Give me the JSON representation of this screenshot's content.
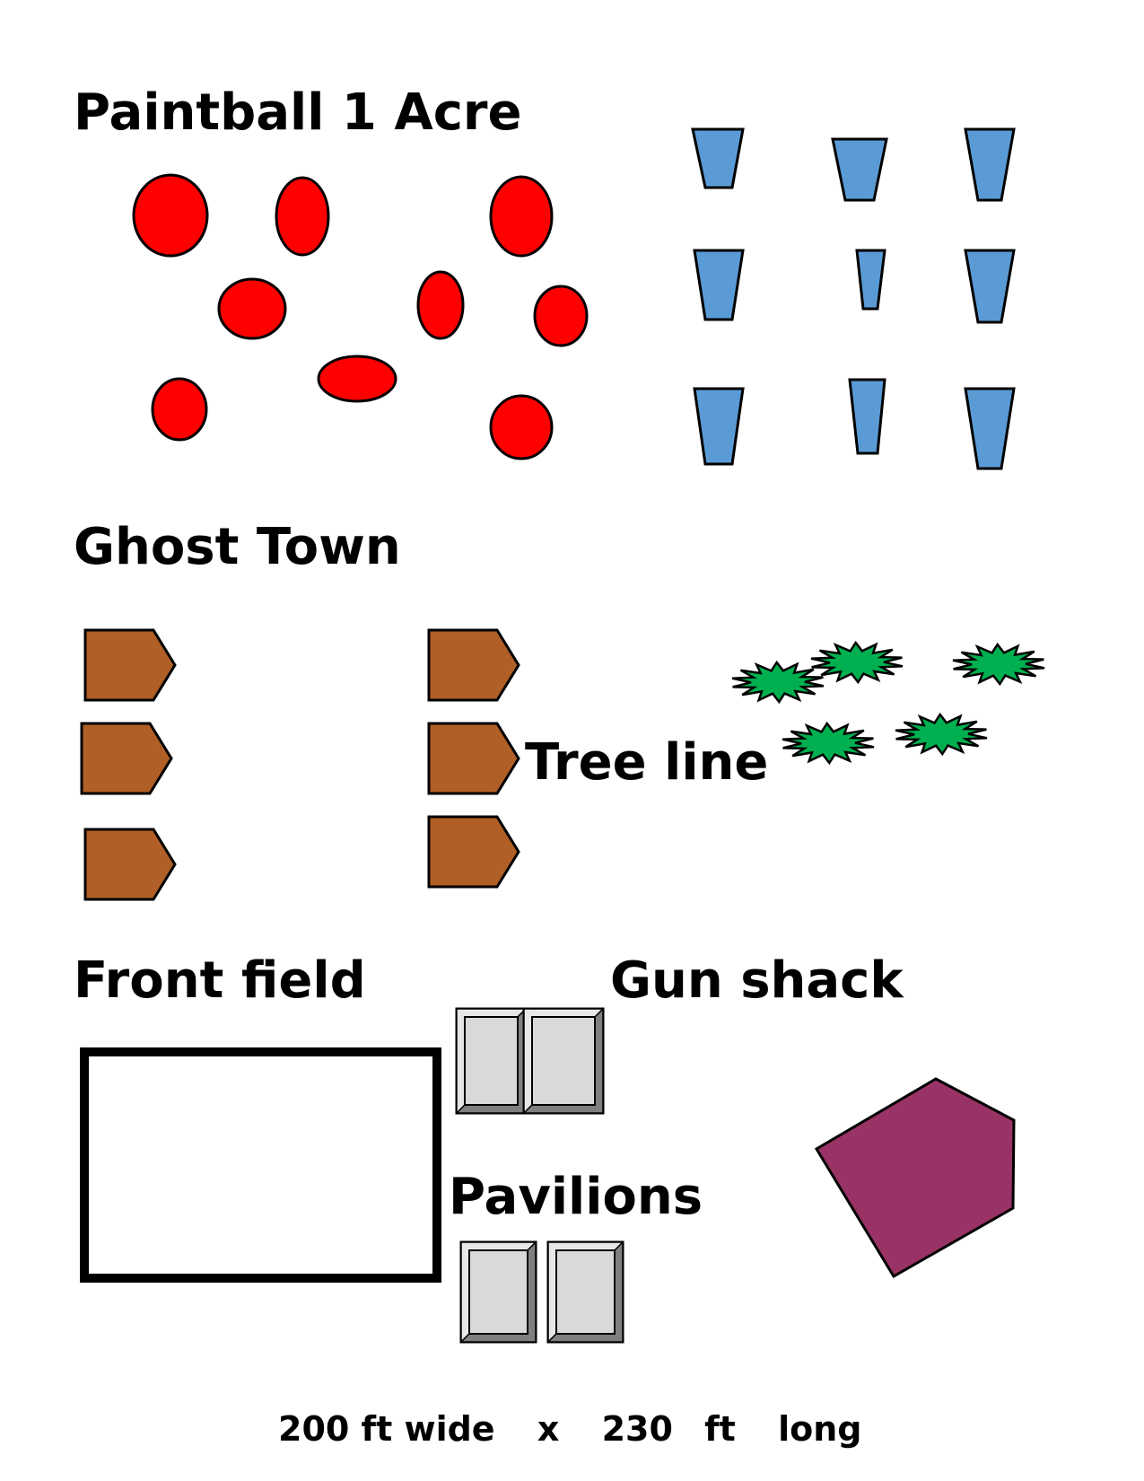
{
  "labels": {
    "paintball": "Paintball 1 Acre",
    "ghost_town": "Ghost Town",
    "tree_line": "Tree line",
    "front_field": "Front field",
    "gun_shack": "Gun shack",
    "pavilions": "Pavilions"
  },
  "footer": {
    "width": "200 ft wide",
    "times": "x",
    "length_value": "230",
    "length_unit": "ft",
    "length_word": "long"
  },
  "colors": {
    "red_obstacle": "#ff0000",
    "blue_obstacle": "#5b9bd5",
    "ghost_building": "#b05f26",
    "tree": "#00b050",
    "pavilion": "#d9d9d9",
    "gun_shack": "#993366"
  }
}
